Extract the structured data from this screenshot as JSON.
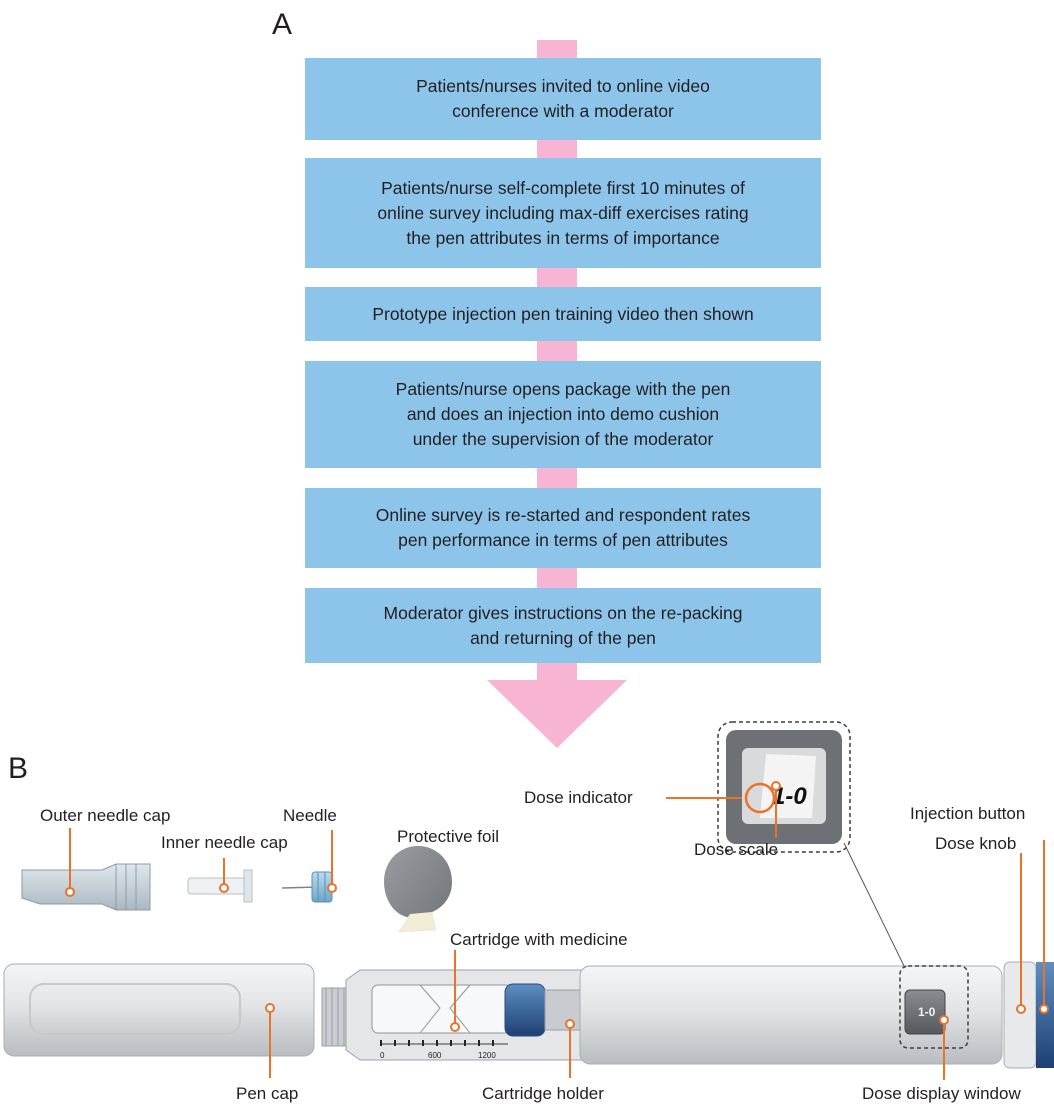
{
  "panel_a": {
    "letter": "A",
    "steps": [
      "Patients/nurses invited to online video\nconference with a moderator",
      "Patients/nurse self-complete first 10 minutes of\nonline survey including max-diff exercises rating\nthe pen attributes in terms of importance",
      "Prototype injection pen training video then shown",
      "Patients/nurse opens package with the pen\nand does an injection into demo cushion\nunder the supervision of the moderator",
      "Online survey is re-started and respondent rates\npen performance in terms of pen attributes",
      "Moderator gives instructions on the re-packing\nand returning of the pen"
    ],
    "box_color": "#8dc4ea",
    "arrow_color": "#f7b5d3"
  },
  "panel_b": {
    "letter": "B",
    "labels": {
      "outer_needle_cap": "Outer needle cap",
      "inner_needle_cap": "Inner needle cap",
      "needle": "Needle",
      "protective_foil": "Protective foil",
      "cartridge_with_medicine": "Cartridge with medicine",
      "dose_indicator": "Dose indicator",
      "dose_scale": "Dose scale",
      "injection_button": "Injection button",
      "dose_knob": "Dose knob",
      "pen_cap": "Pen cap",
      "cartridge_holder": "Cartridge holder",
      "dose_display_window": "Dose display window"
    },
    "scale_ticks": [
      "0",
      "600",
      "1200"
    ],
    "dose_window_text": "1-0",
    "leader_color": "#e8732a"
  }
}
